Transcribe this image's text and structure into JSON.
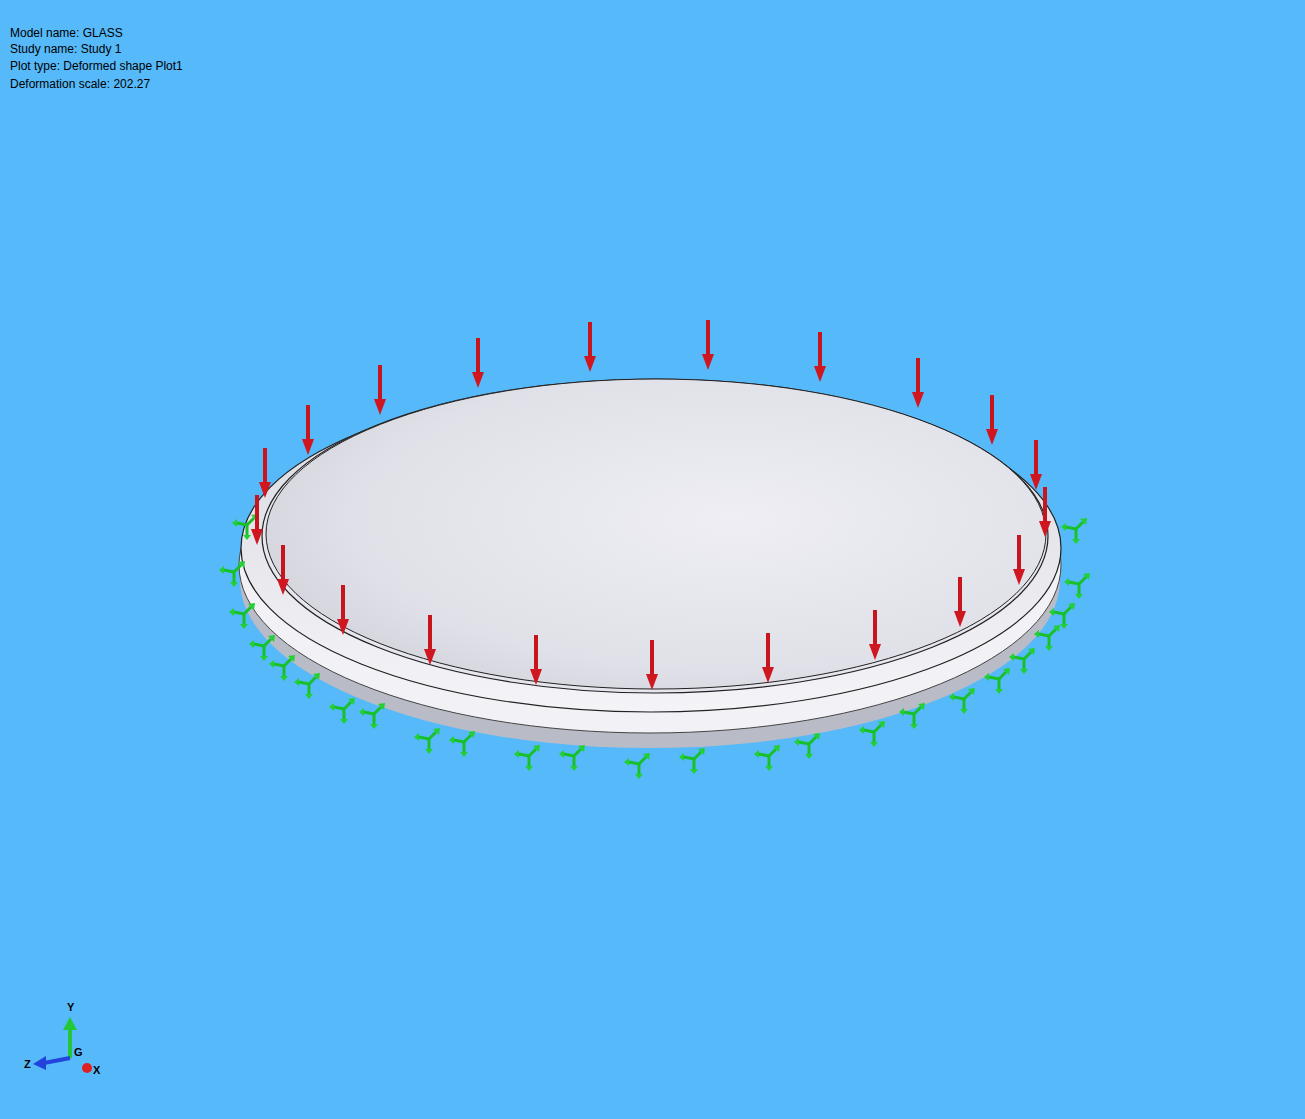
{
  "diagram": {
    "labels": [
      "Model name: GLASS",
      "Study name: Study 1",
      "Plot type: Deformed shape Plot1",
      "Deformation scale: 202.27",
      "Y",
      "G",
      "Z",
      "X"
    ]
  }
}
